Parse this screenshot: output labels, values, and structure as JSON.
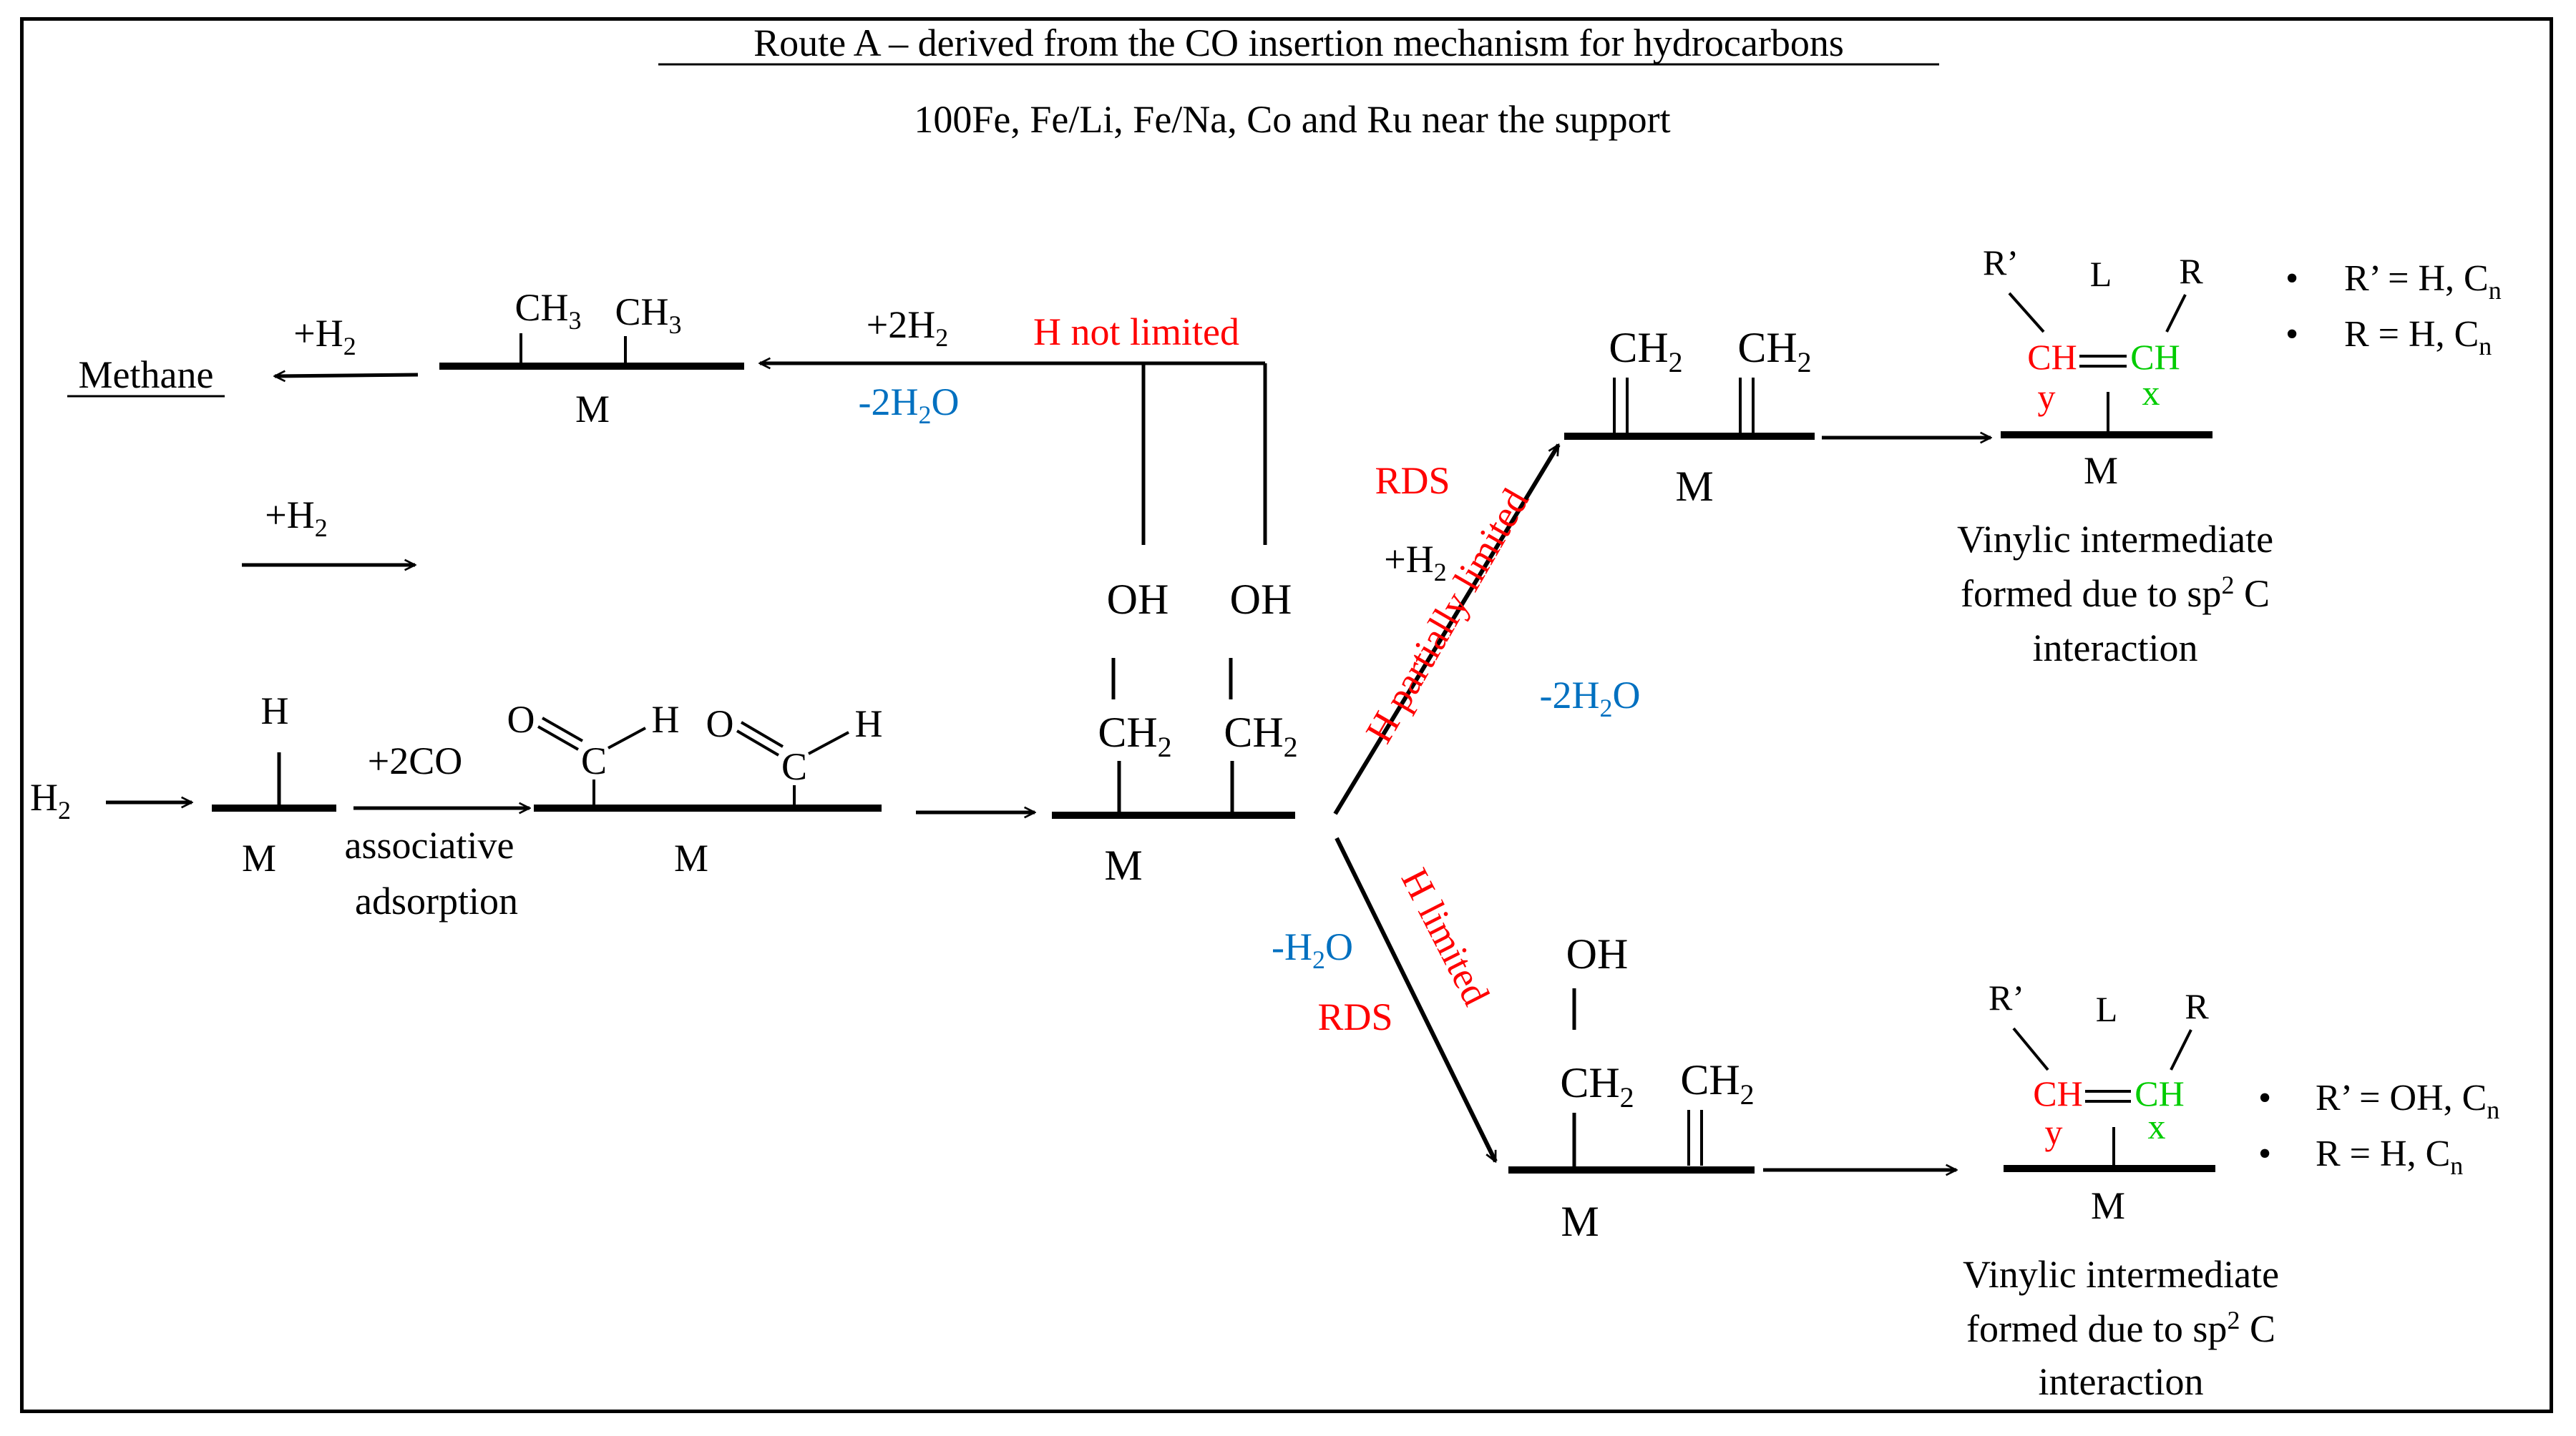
{
  "title": "Route A – derived from the CO insertion mechanism for hydrocarbons",
  "subtitle": "100Fe, Fe/Li, Fe/Na, Co and Ru near the support",
  "colors": {
    "red": "#ff0000",
    "blue": "#0070c0",
    "green": "#00cc00",
    "black": "#000000"
  },
  "metal_label": "M",
  "species": {
    "h2_feed": {
      "main": "H",
      "sub": "2"
    },
    "methane": "Methane",
    "h_atom": "H",
    "oxygen": "O",
    "carbon": "C",
    "ch3": {
      "main": "CH",
      "sub": "3"
    },
    "ch2": {
      "main": "CH",
      "sub": "2"
    },
    "oh": "OH",
    "r_prime": "R’",
    "r": "R",
    "l": "L",
    "ch_red": "CH",
    "ch_green": "CH",
    "y": "y",
    "x": "x"
  },
  "conditions": {
    "plus_2co": "+2CO",
    "associative_line1": "associative",
    "associative_line2": "adsorption",
    "plus_h2": {
      "main": "+H",
      "sub": "2"
    },
    "plus_2h2": {
      "main": "+2H",
      "sub": "2"
    },
    "minus_2h2o": {
      "pre": "-2H",
      "sub": "2",
      "post": "O"
    },
    "minus_h2o": {
      "pre": "-H",
      "sub": "2",
      "post": "O"
    },
    "h_not_limited": "H not limited",
    "h_partially_limited": "H partially limited",
    "h_limited": "H limited",
    "rds": "RDS"
  },
  "vinylic": {
    "line1": "Vinylic intermediate",
    "line2_pre": "formed due to  sp",
    "line2_sup": "2",
    "line2_post": " C",
    "line3": "interaction"
  },
  "vinylic_bottom": {
    "line1": "Vinylic intermediate",
    "line2_pre": "formed due to  sp",
    "line2_sup": "2",
    "line2_post": " C",
    "line3": "interaction"
  },
  "bullets_top": [
    {
      "text": "R’ = H, C",
      "sub": "n"
    },
    {
      "text": "R = H, C",
      "sub": "n"
    }
  ],
  "bullets_bottom": [
    {
      "text": "R’ = OH, C",
      "sub": "n"
    },
    {
      "text": "R = H, C",
      "sub": "n"
    }
  ],
  "bullet_symbol": "•"
}
